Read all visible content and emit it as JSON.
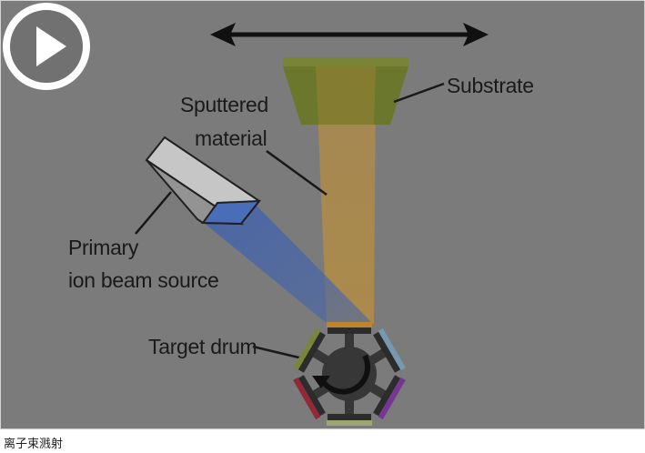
{
  "diagram": {
    "labels": {
      "substrate": "Substrate",
      "sputtered_line1": "Sputtered",
      "sputtered_line2": "material",
      "primary_line1": "Primary",
      "primary_line2": "ion beam source",
      "target_drum": "Target drum"
    },
    "colors": {
      "background": "#808080",
      "substrate": "#6f7c2e",
      "sputter_plume": "#b8924a",
      "ion_beam": "#4a6ab0",
      "drum": "#3a3a3a",
      "target_orange": "#c68a30",
      "target_blue": "#7d9fb8",
      "target_purple": "#7a3a9a",
      "target_green": "#a6ad77",
      "target_red": "#9a2a3a",
      "target_olive": "#7f8a40"
    },
    "icons": [
      "double-arrow-icon",
      "rotation-arrow-icon",
      "play-icon"
    ]
  },
  "caption": "离子束溅射"
}
